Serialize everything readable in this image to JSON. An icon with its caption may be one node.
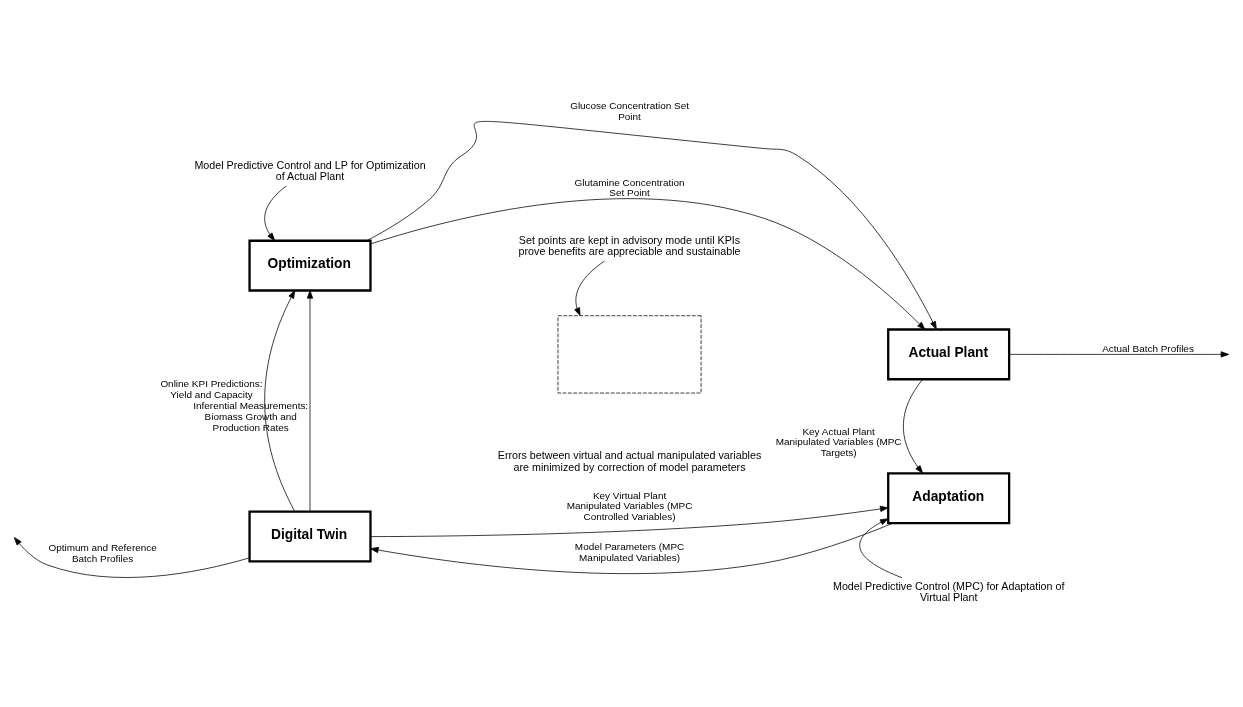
{
  "diagram": {
    "nodes": [
      {
        "text": [
          "Optimization"
        ]
      },
      {
        "text": [
          "Actual Plant"
        ]
      },
      {
        "text": [
          "Digital Twin"
        ]
      },
      {
        "text": [
          "Adaptation"
        ]
      },
      {
        "text": [],
        "shape": "box"
      },
      {
        "text": [
          "Model Predictive Control and LP for Optimization of Actual Plant"
        ]
      },
      {
        "text": [
          "Set points are kept in advisory mode until KPIs prove benefits are appreciable and sustainable"
        ]
      },
      {
        "text": [
          "Model Predictive Control (MPC) for Adaptation of Virtual Plant"
        ]
      }
    ],
    "edges": [
      {
        "from": 5,
        "to": 0,
        "arrow": "to"
      },
      {
        "from": 6,
        "to": 4,
        "arrow": "to"
      },
      {
        "from": 0,
        "to": 1,
        "arrow": "to",
        "label": "Glucose Concentration Set Point"
      },
      {
        "from": 0,
        "to": 1,
        "arrow": "to",
        "label": "Glutamine Concentration Set Point"
      },
      {
        "from": 1,
        "to": null,
        "arrow": "to",
        "label": "Actual Batch Profiles"
      },
      {
        "from": 2,
        "to": 0,
        "arrow": "to",
        "label": "Inferential Measurements: Biomass Growth and Production Rates"
      },
      {
        "from": 2,
        "to": 0,
        "arrow": "to",
        "label": "Online KPI Predictions: Yield and Capacity"
      },
      {
        "from": 1,
        "to": 3,
        "arrow": "to",
        "label": "Key Actual Plant Manipulated Variables (MPC Targets)"
      },
      {
        "from": 2,
        "to": 3,
        "arrow": "to",
        "label": "Key Virtual Plant Manipulated Variables (MPC Controlled Variables)"
      },
      {
        "from": 3,
        "to": 2,
        "arrow": "to",
        "label": "Model Parameters (MPC Manipulated Variables)"
      },
      {
        "from": 2,
        "to": null,
        "arrow": "to",
        "label": "Optimum and Reference Batch Profiles"
      },
      {
        "from": 7,
        "to": 3,
        "arrow": "to"
      }
    ],
    "labels": [
      "Errors between virtual and actual manipulated variables are minimized by correction of model parameters"
    ]
  }
}
